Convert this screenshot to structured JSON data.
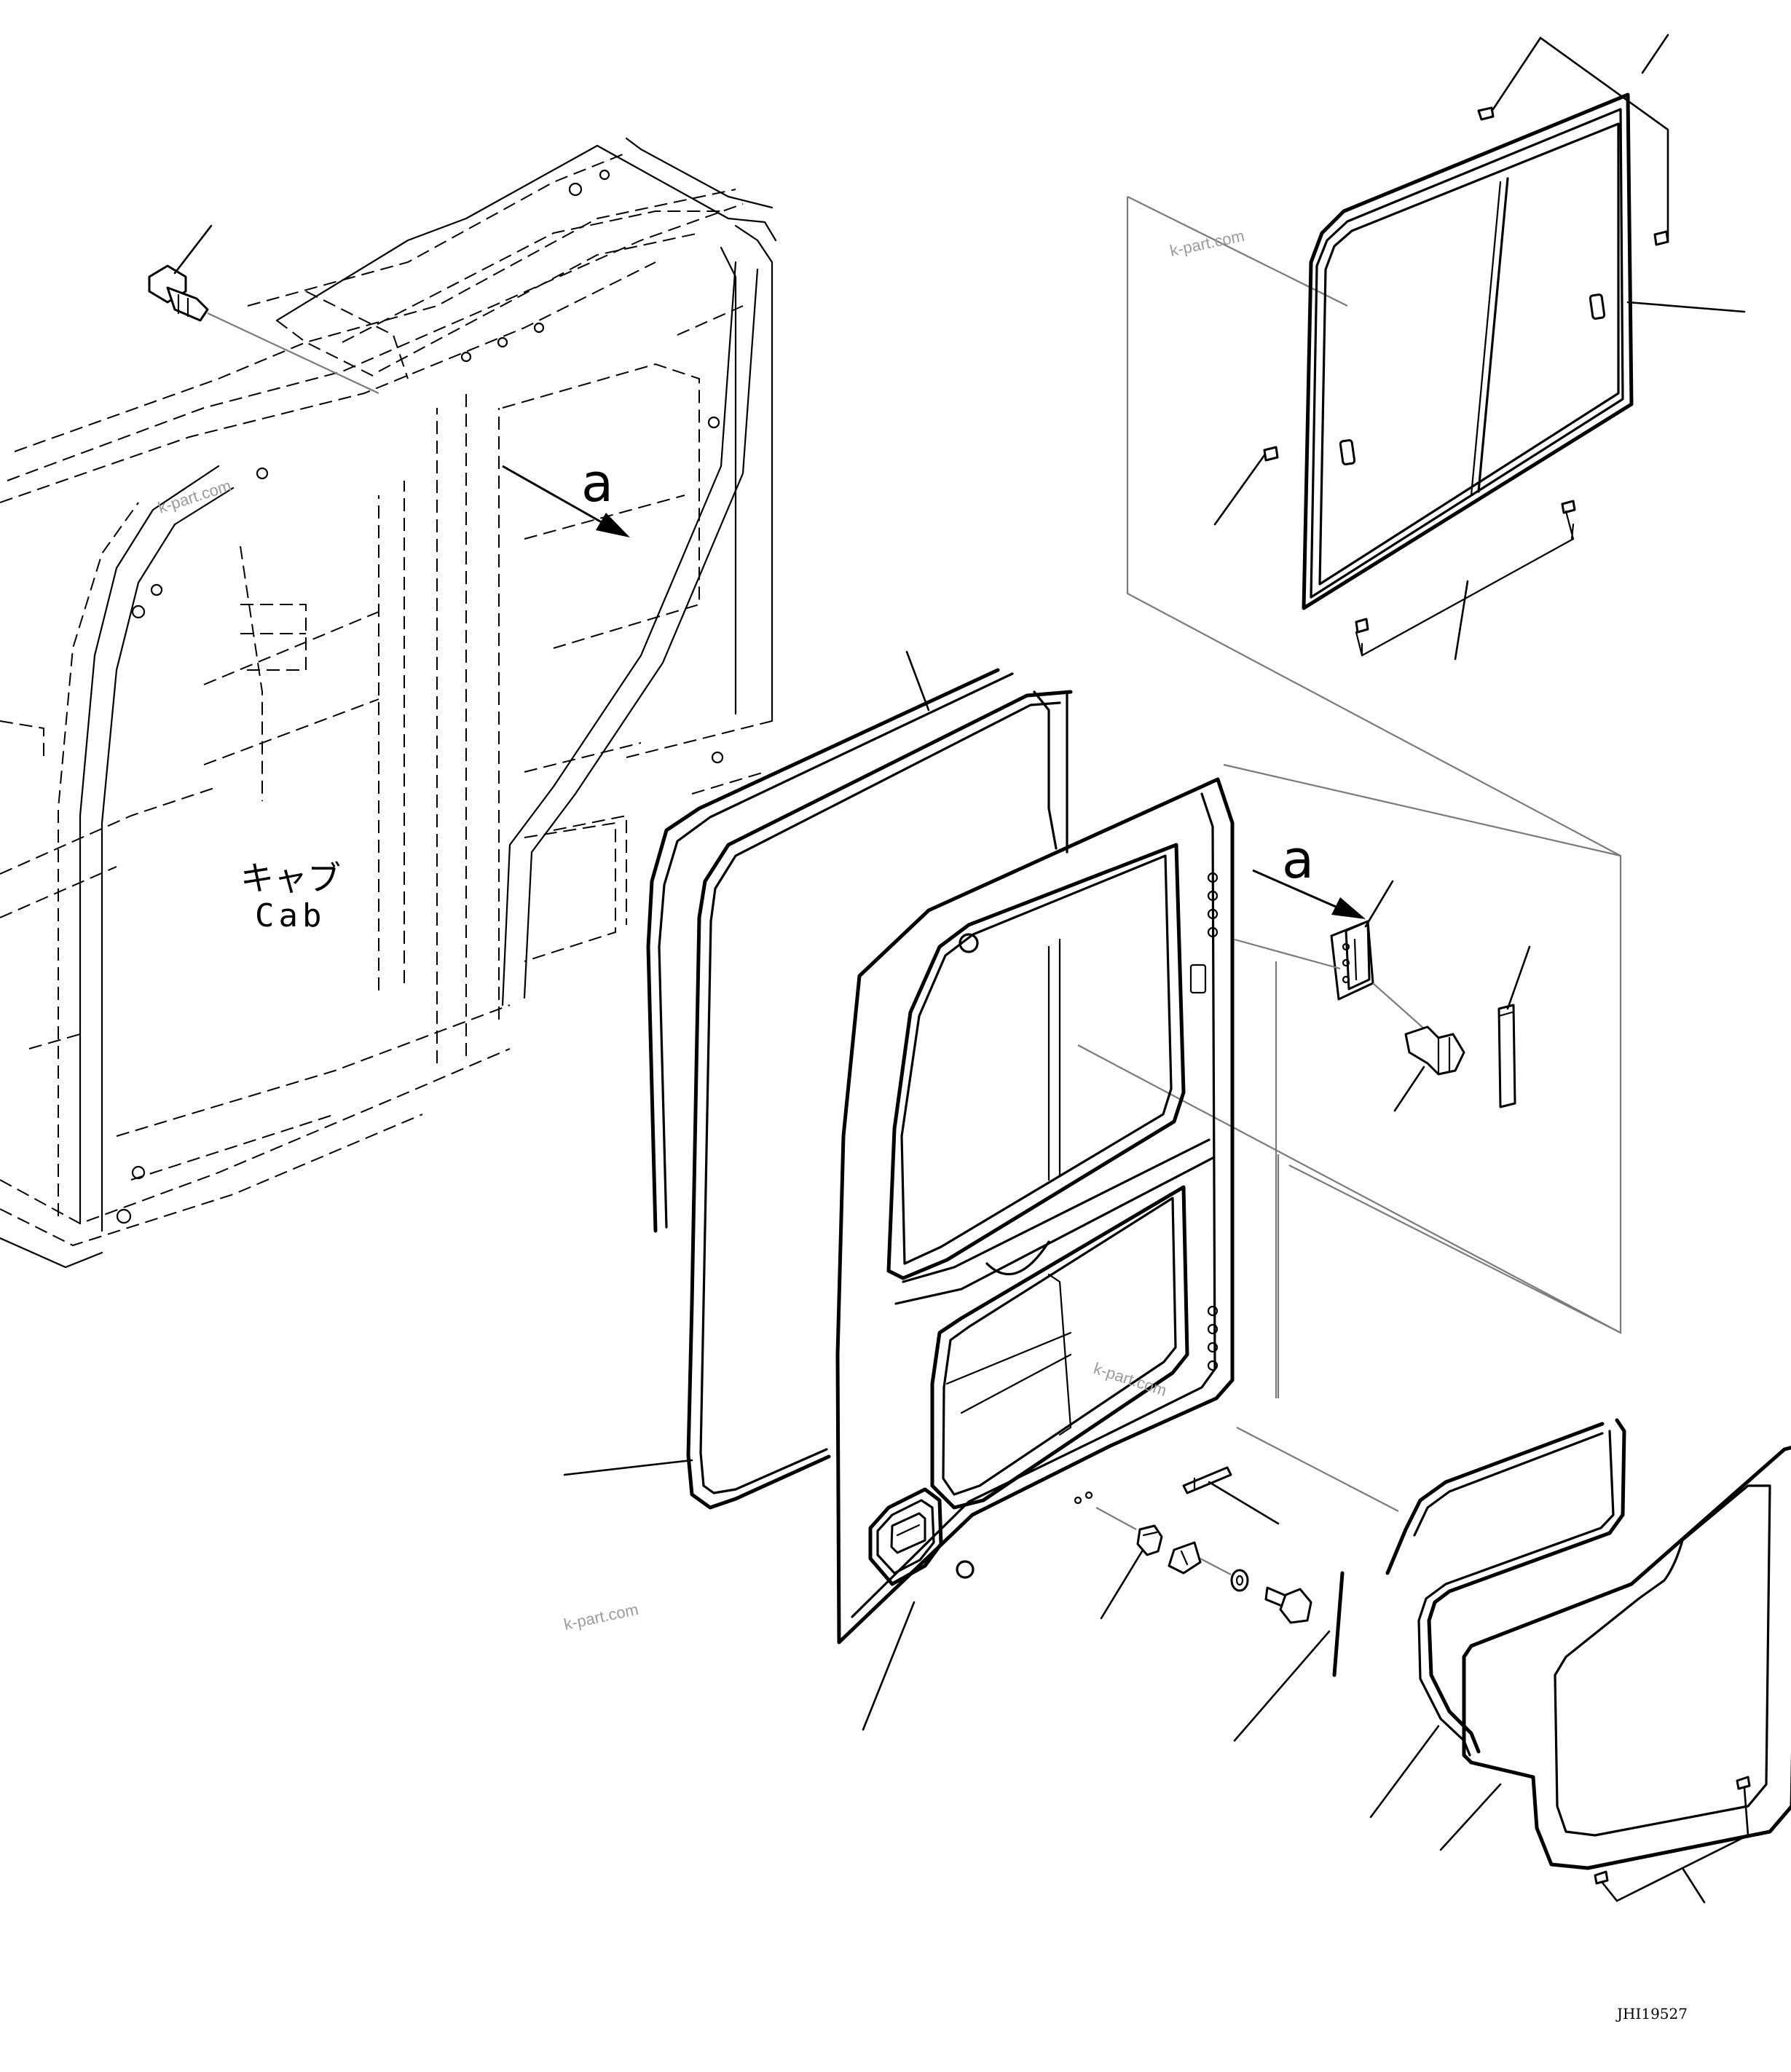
{
  "labels": {
    "view_marker": "a",
    "cab_jp": "キャブ",
    "cab_en": "Cab",
    "drawing_code": "JHI19527"
  },
  "watermarks": [
    "k-part.com",
    "k-part.com",
    "k-part.com",
    "k-part.com"
  ]
}
